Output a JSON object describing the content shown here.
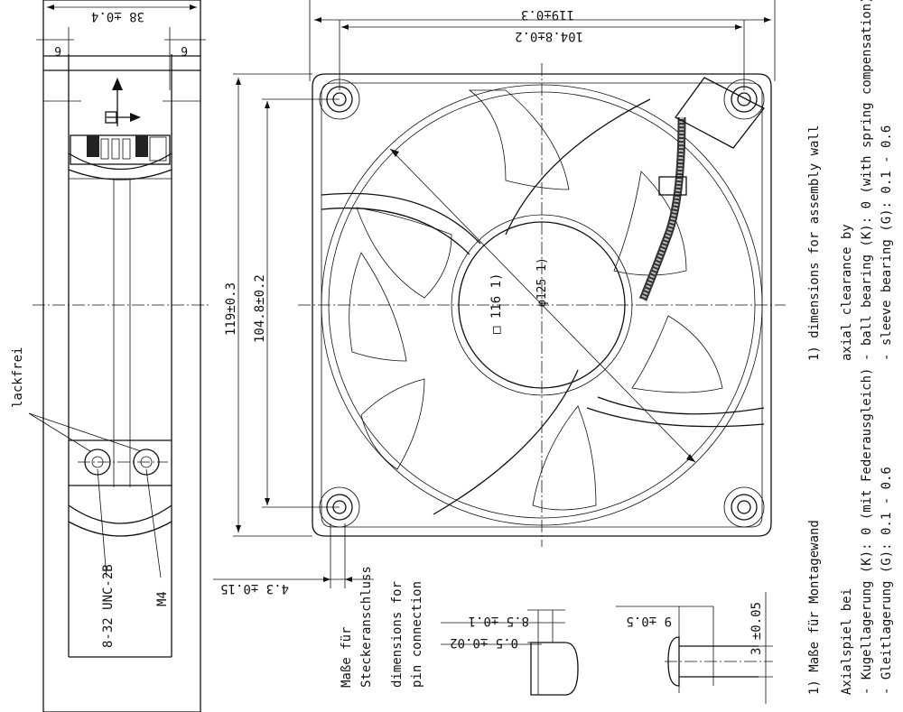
{
  "side_view": {
    "width_dim": "38 ±0.4",
    "left_dim": "6",
    "right_dim": "6",
    "lackfrei": "lackfrei",
    "thread_unc": "8-32 UNC-2B",
    "thread_m": "M4"
  },
  "front_view": {
    "outer_width": "119±0.3",
    "hole_spacing_h": "104.8±0.2",
    "outer_height": "119±0.3",
    "hole_spacing_v": "104.8±0.2",
    "diameter": "φ125 1)",
    "center_square": "□ 116 1)"
  },
  "pin_dims": {
    "offset": "4.3 ±0.15",
    "length": "8.5 ±0.1",
    "thickness": "0.5 ±0.02",
    "screw_len": "9 ±0.5",
    "screw_gap": "3 ±0.05"
  },
  "pin_label": {
    "de_line1": "Maße für",
    "de_line2": "Steckeranschluss",
    "en_line1": "dimensions for",
    "en_line2": "pin connection"
  },
  "notes_en": {
    "line1": "1) dimensions for assembly wall",
    "line2": "axial clearance by",
    "line3": "- ball bearing (K): 0 (with spring compensation)",
    "line4": "- sleeve bearing (G): 0.1 - 0.6"
  },
  "notes_de": {
    "line1": "1) Maße für Montagewand",
    "line2": "Axialspiel bei",
    "line3": "- Kugellagerung (K): 0 (mit Federausgleich)",
    "line4": "- Gleitlagerung (G): 0.1 - 0.6"
  }
}
